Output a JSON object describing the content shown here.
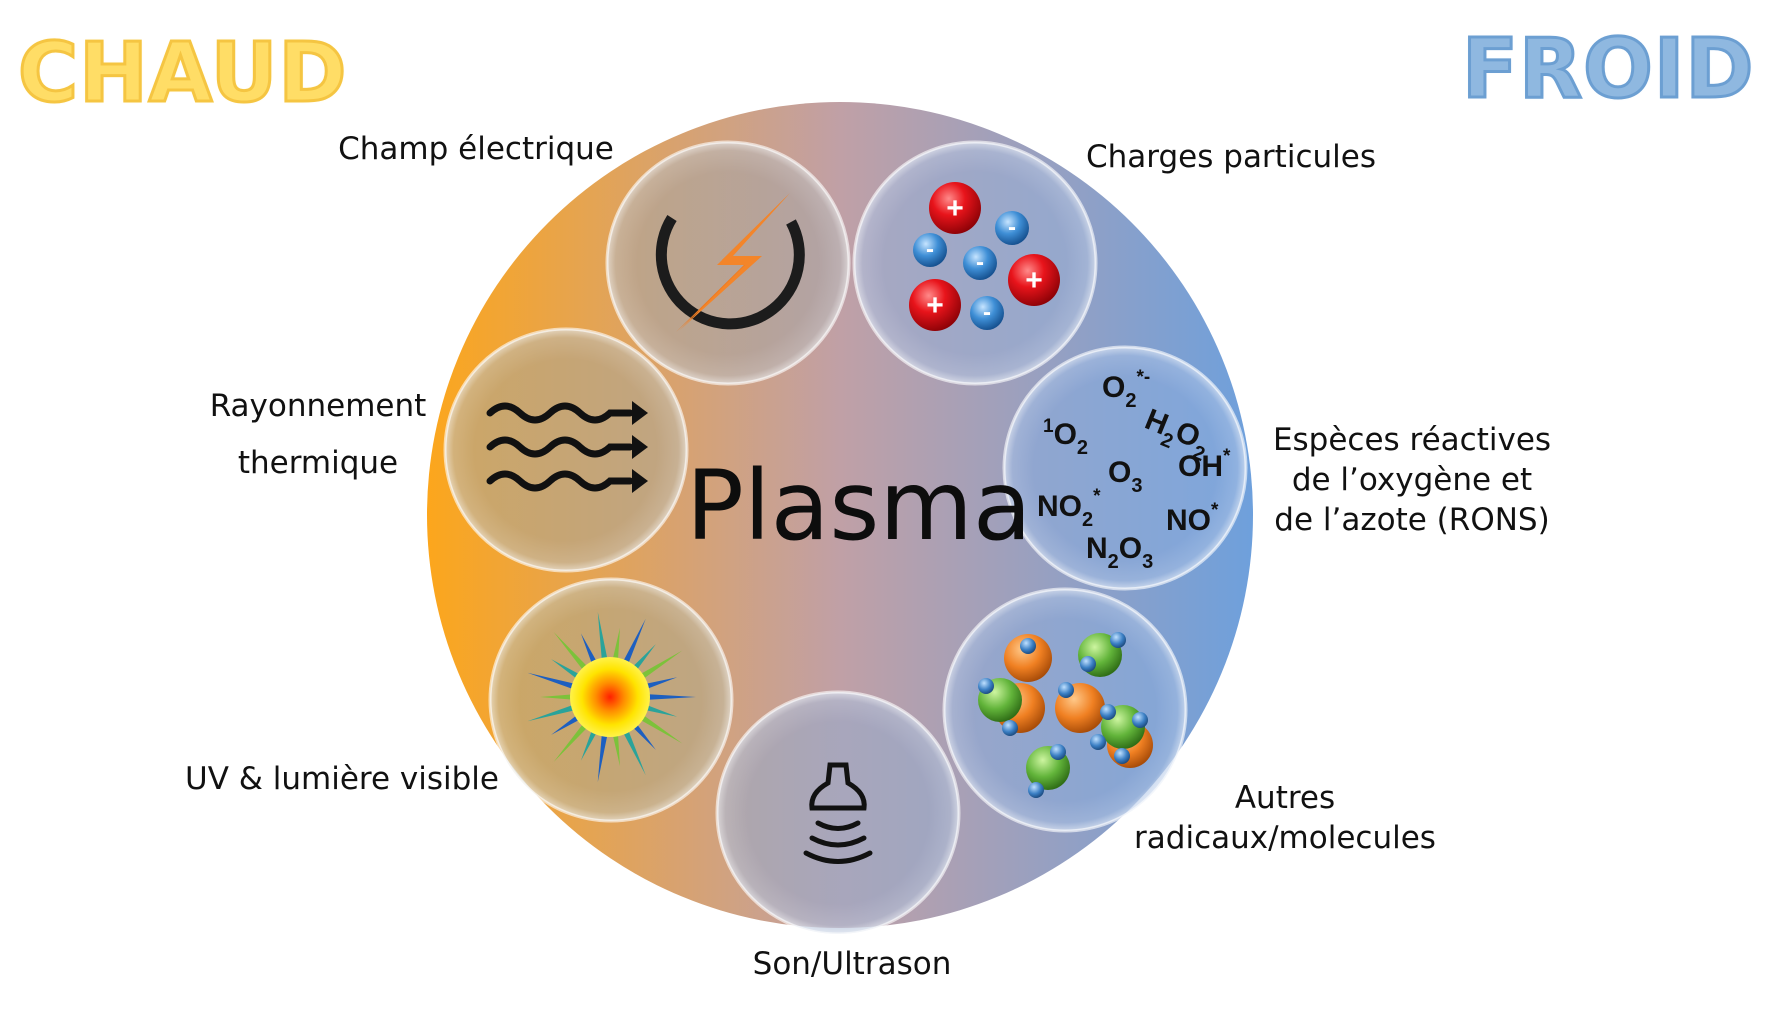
{
  "titles": {
    "hot": "CHAUD",
    "cold": "FROID"
  },
  "center_label": "Plasma",
  "colors": {
    "hot": "#fca61c",
    "mid": "#c0a0a6",
    "cold": "#6ea0dc"
  },
  "components": [
    {
      "id": "electric-field",
      "lines": [
        "Champ électrique"
      ],
      "icon": "lightning-icon"
    },
    {
      "id": "charged-particles",
      "lines": [
        "Charges particules"
      ],
      "icon": "ions-icon"
    },
    {
      "id": "rons",
      "lines": [
        "Espèces réactives",
        "de l’oxygène et",
        "de l’azote (RONS)"
      ],
      "icon": "rons-icon"
    },
    {
      "id": "other-radicals",
      "lines": [
        "Autres",
        "radicaux/molecules"
      ],
      "icon": "molecules-icon"
    },
    {
      "id": "sound",
      "lines": [
        "Son/Ultrason"
      ],
      "icon": "ultrasound-icon"
    },
    {
      "id": "uv-light",
      "lines": [
        "UV & lumière visible"
      ],
      "icon": "sun-icon"
    },
    {
      "id": "thermal",
      "lines": [
        "Rayonnement",
        "thermique"
      ],
      "icon": "heat-waves-icon"
    }
  ],
  "ion_signs": {
    "positive": "+",
    "negative": "-"
  },
  "rons_species": [
    {
      "base": "O",
      "sub": "2",
      "sup": "*-"
    },
    {
      "base": "H",
      "sub": "2",
      "base2": "O",
      "sub2": "2"
    },
    {
      "pre": "1",
      "base": "O",
      "sub": "2"
    },
    {
      "base": "O",
      "sub": "3"
    },
    {
      "base": "OH",
      "sup": "*"
    },
    {
      "base": "NO",
      "sub": "2",
      "sup": "*"
    },
    {
      "base": "NO",
      "sup": "*"
    },
    {
      "base": "N",
      "sub": "2",
      "base2": "O",
      "sub2": "3"
    }
  ]
}
